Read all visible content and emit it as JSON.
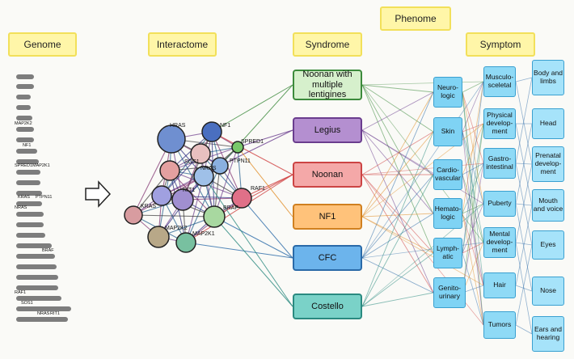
{
  "headers": {
    "genome": "Genome",
    "interactome": "Interactome",
    "syndrome": "Syndrome",
    "phenome": "Phenome",
    "symptom": "Symptom"
  },
  "genome_labels": [
    "MAP2K2",
    "NF1",
    "SPRED1",
    "MAP2K1",
    "KRAS",
    "PTPN11",
    "NRAS",
    "BRAF",
    "RAF1",
    "SOS1",
    "NRAS",
    "RIT1"
  ],
  "interactome_labels": [
    "HRAS",
    "NF1",
    "SPRED1",
    "PTPN11",
    "SOS1",
    "NRAS",
    "RIT1",
    "RAF1",
    "KRAS",
    "BRAF",
    "MAP2K2",
    "MAP2K1"
  ],
  "syndromes": [
    {
      "label": "Noonan with multiple lentigines",
      "color": "#d6f0cc"
    },
    {
      "label": "Legius",
      "color": "#b48fd0"
    },
    {
      "label": "Noonan",
      "color": "#f4a8a8"
    },
    {
      "label": "NF1",
      "color": "#ffc27a"
    },
    {
      "label": "CFC",
      "color": "#6cb4ec"
    },
    {
      "label": "Costello",
      "color": "#7ad2c8"
    }
  ],
  "categories": [
    "Neuro-logic",
    "Skin",
    "Cardio-vascular",
    "Hemato-logic",
    "Lymph-atic",
    "Genito-urinary"
  ],
  "symptoms": [
    "Musculo-sceletal",
    "Physical develop-ment",
    "Gastro-intestinal",
    "Puberty",
    "Mental develop-ment",
    "Hair",
    "Tumors"
  ],
  "organs": [
    "Body and limbs",
    "Head",
    "Prenatal develop-ment",
    "Mouth and voice",
    "Eyes",
    "Nose",
    "Ears and hearing"
  ],
  "colors": {
    "header_fill": "#fff6a8",
    "header_border": "#f2e05a",
    "phenome_box": "#8fdaf6"
  }
}
